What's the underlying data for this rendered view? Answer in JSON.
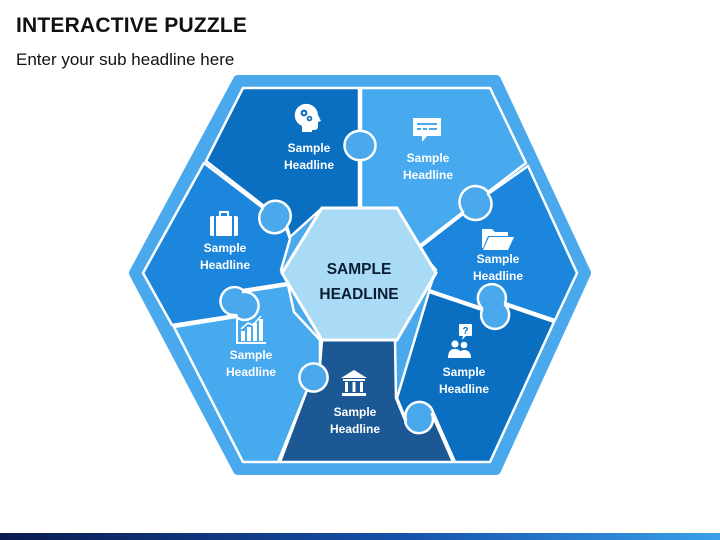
{
  "title": "INTERACTIVE PUZZLE",
  "subtitle": "Enter your sub headline here",
  "center": {
    "line1": "SAMPLE",
    "line2": "HEADLINE"
  },
  "pieces": [
    {
      "id": "top-left",
      "icon": "head-gears-icon",
      "line1": "Sample",
      "line2": "Headline",
      "color": "#0a6fc0"
    },
    {
      "id": "top-right",
      "icon": "chat-bubble-icon",
      "line1": "Sample",
      "line2": "Headline",
      "color": "#47a9ee"
    },
    {
      "id": "right",
      "icon": "folder-icon",
      "line1": "Sample",
      "line2": "Headline",
      "color": "#1c86dc"
    },
    {
      "id": "bottom-right",
      "icon": "people-question-icon",
      "line1": "Sample",
      "line2": "Headline",
      "color": "#0a6fc0"
    },
    {
      "id": "bottom",
      "icon": "bank-icon",
      "line1": "Sample",
      "line2": "Headline",
      "color": "#1c5894"
    },
    {
      "id": "bottom-left",
      "icon": "bar-chart-icon",
      "line1": "Sample",
      "line2": "Headline",
      "color": "#47a9ee"
    },
    {
      "id": "left",
      "icon": "briefcase-icon",
      "line1": "Sample",
      "line2": "Headline",
      "color": "#1c86dc"
    }
  ],
  "colors": {
    "outline": "#49a9ec",
    "center_fill": "#a9dbf7",
    "center_stroke": "#ffffff",
    "center_text": "#0b1d33",
    "bar_left": "#0a1a4f",
    "bar_right": "#39a0e8"
  }
}
